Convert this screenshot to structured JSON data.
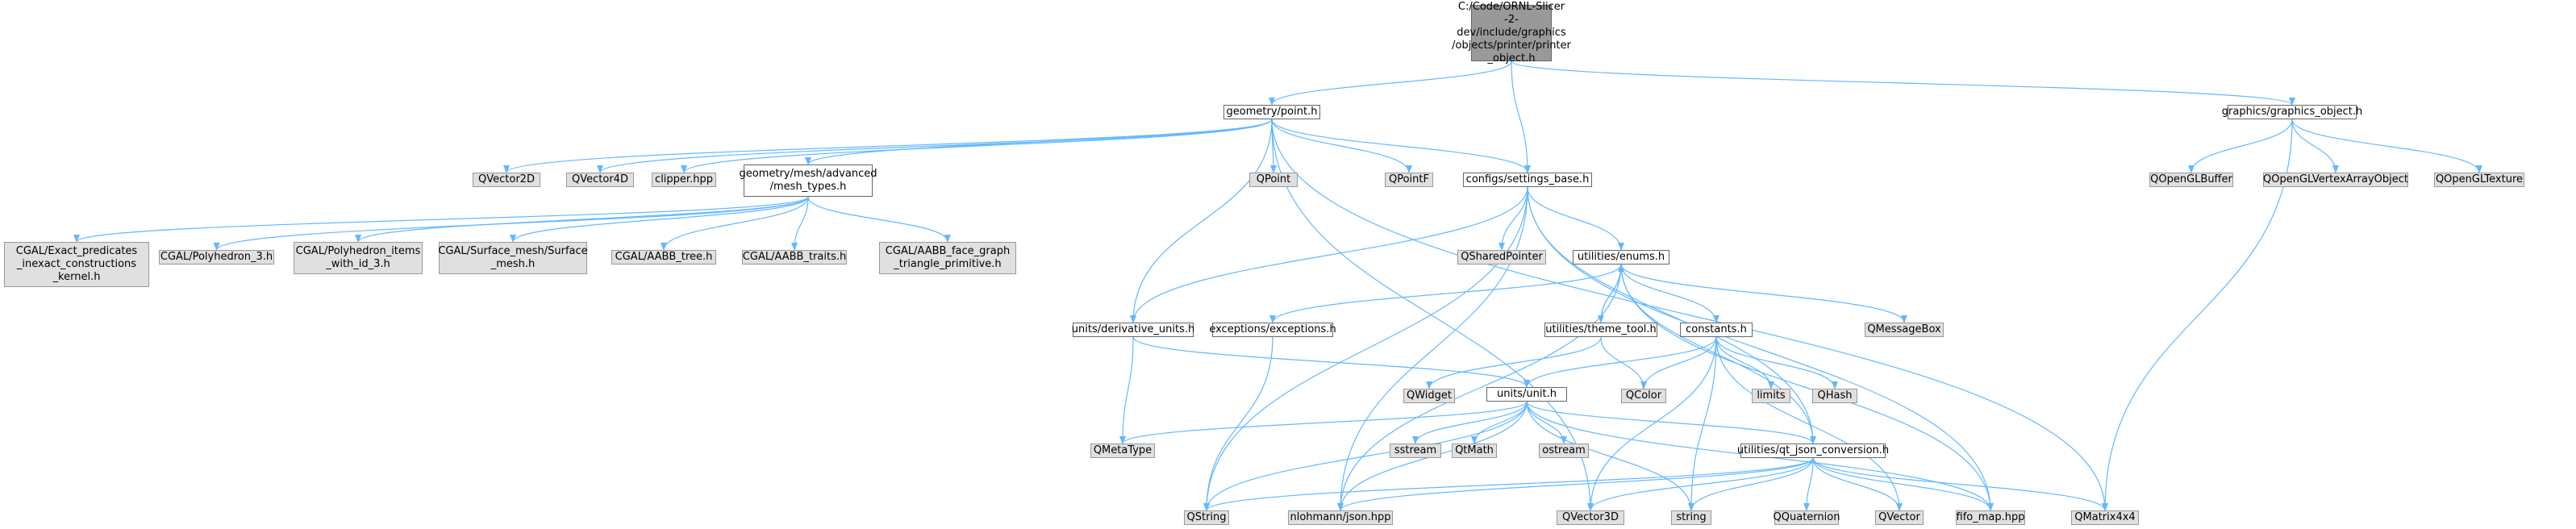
{
  "diagram": {
    "edge_color": "#63b8ff",
    "doc_fill": "#ffffff",
    "external_fill": "#e0e0e0",
    "root_fill": "#999999",
    "nodes": [
      {
        "id": "root",
        "label": "C:/Code/ORNL-Slicer\n-2-dev/include/graphics\n/objects/printer/printer\n_object.h",
        "kind": "root"
      },
      {
        "id": "point",
        "label": "geometry/point.h",
        "kind": "doc"
      },
      {
        "id": "settings",
        "label": "configs/settings_base.h",
        "kind": "doc"
      },
      {
        "id": "graphics_object",
        "label": "graphics/graphics_object.h",
        "kind": "doc"
      },
      {
        "id": "mesh_types",
        "label": "geometry/mesh/advanced\n/mesh_types.h",
        "kind": "doc"
      },
      {
        "id": "enums",
        "label": "utilities/enums.h",
        "kind": "doc"
      },
      {
        "id": "derivative_units",
        "label": "units/derivative_units.h",
        "kind": "doc"
      },
      {
        "id": "exceptions",
        "label": "exceptions/exceptions.h",
        "kind": "doc"
      },
      {
        "id": "theme_tool",
        "label": "utilities/theme_tool.h",
        "kind": "doc"
      },
      {
        "id": "constants",
        "label": "constants.h",
        "kind": "doc"
      },
      {
        "id": "unit",
        "label": "units/unit.h",
        "kind": "doc"
      },
      {
        "id": "qt_json",
        "label": "utilities/qt_json_conversion.h",
        "kind": "doc"
      },
      {
        "id": "qvector2d",
        "label": "QVector2D",
        "kind": "ext"
      },
      {
        "id": "qvector4d",
        "label": "QVector4D",
        "kind": "ext"
      },
      {
        "id": "clipper",
        "label": "clipper.hpp",
        "kind": "ext"
      },
      {
        "id": "qpoint",
        "label": "QPoint",
        "kind": "ext"
      },
      {
        "id": "qpointf",
        "label": "QPointF",
        "kind": "ext"
      },
      {
        "id": "qopenglbuffer",
        "label": "QOpenGLBuffer",
        "kind": "ext"
      },
      {
        "id": "qopenglvao",
        "label": "QOpenGLVertexArrayObject",
        "kind": "ext"
      },
      {
        "id": "qopengltexture",
        "label": "QOpenGLTexture",
        "kind": "ext"
      },
      {
        "id": "cgal_exact",
        "label": "CGAL/Exact_predicates\n_inexact_constructions\n_kernel.h",
        "kind": "ext"
      },
      {
        "id": "cgal_poly3",
        "label": "CGAL/Polyhedron_3.h",
        "kind": "ext"
      },
      {
        "id": "cgal_poly_items",
        "label": "CGAL/Polyhedron_items\n_with_id_3.h",
        "kind": "ext"
      },
      {
        "id": "cgal_surface",
        "label": "CGAL/Surface_mesh/Surface\n_mesh.h",
        "kind": "ext"
      },
      {
        "id": "cgal_aabb_tree",
        "label": "CGAL/AABB_tree.h",
        "kind": "ext"
      },
      {
        "id": "cgal_aabb_traits",
        "label": "CGAL/AABB_traits.h",
        "kind": "ext"
      },
      {
        "id": "cgal_aabb_face",
        "label": "CGAL/AABB_face_graph\n_triangle_primitive.h",
        "kind": "ext"
      },
      {
        "id": "qsharedpointer",
        "label": "QSharedPointer",
        "kind": "ext"
      },
      {
        "id": "qmessagebox",
        "label": "QMessageBox",
        "kind": "ext"
      },
      {
        "id": "qwidget",
        "label": "QWidget",
        "kind": "ext"
      },
      {
        "id": "qcolor",
        "label": "QColor",
        "kind": "ext"
      },
      {
        "id": "limits",
        "label": "limits",
        "kind": "ext"
      },
      {
        "id": "qhash",
        "label": "QHash",
        "kind": "ext"
      },
      {
        "id": "qmetatype",
        "label": "QMetaType",
        "kind": "ext"
      },
      {
        "id": "sstream",
        "label": "sstream",
        "kind": "ext"
      },
      {
        "id": "qtmath",
        "label": "QtMath",
        "kind": "ext"
      },
      {
        "id": "ostream",
        "label": "ostream",
        "kind": "ext"
      },
      {
        "id": "qstring",
        "label": "QString",
        "kind": "ext"
      },
      {
        "id": "nlohmann",
        "label": "nlohmann/json.hpp",
        "kind": "ext"
      },
      {
        "id": "qvector3d",
        "label": "QVector3D",
        "kind": "ext"
      },
      {
        "id": "string",
        "label": "string",
        "kind": "ext"
      },
      {
        "id": "qquaternion",
        "label": "QQuaternion",
        "kind": "ext"
      },
      {
        "id": "qvector",
        "label": "QVector",
        "kind": "ext"
      },
      {
        "id": "fifo_map",
        "label": "fifo_map.hpp",
        "kind": "ext"
      },
      {
        "id": "qmatrix4x4",
        "label": "QMatrix4x4",
        "kind": "ext"
      }
    ],
    "edges": [
      [
        "root",
        "point"
      ],
      [
        "root",
        "settings"
      ],
      [
        "root",
        "graphics_object"
      ],
      [
        "point",
        "qvector2d"
      ],
      [
        "point",
        "qvector4d"
      ],
      [
        "point",
        "clipper"
      ],
      [
        "point",
        "mesh_types"
      ],
      [
        "point",
        "qpoint"
      ],
      [
        "point",
        "qpointf"
      ],
      [
        "point",
        "settings"
      ],
      [
        "point",
        "derivative_units"
      ],
      [
        "point",
        "qvector3d"
      ],
      [
        "point",
        "qmatrix4x4"
      ],
      [
        "mesh_types",
        "cgal_exact"
      ],
      [
        "mesh_types",
        "cgal_poly3"
      ],
      [
        "mesh_types",
        "cgal_poly_items"
      ],
      [
        "mesh_types",
        "cgal_surface"
      ],
      [
        "mesh_types",
        "cgal_aabb_tree"
      ],
      [
        "mesh_types",
        "cgal_aabb_traits"
      ],
      [
        "mesh_types",
        "cgal_aabb_face"
      ],
      [
        "settings",
        "qsharedpointer"
      ],
      [
        "settings",
        "enums"
      ],
      [
        "settings",
        "derivative_units"
      ],
      [
        "settings",
        "qstring"
      ],
      [
        "settings",
        "nlohmann"
      ],
      [
        "settings",
        "qt_json"
      ],
      [
        "settings",
        "fifo_map"
      ],
      [
        "graphics_object",
        "qopenglbuffer"
      ],
      [
        "graphics_object",
        "qopenglvao"
      ],
      [
        "graphics_object",
        "qopengltexture"
      ],
      [
        "graphics_object",
        "qmatrix4x4"
      ],
      [
        "enums",
        "exceptions"
      ],
      [
        "enums",
        "theme_tool"
      ],
      [
        "enums",
        "constants"
      ],
      [
        "enums",
        "qmessagebox"
      ],
      [
        "enums",
        "nlohmann"
      ],
      [
        "enums",
        "qt_json"
      ],
      [
        "enums",
        "fifo_map"
      ],
      [
        "theme_tool",
        "enums"
      ],
      [
        "theme_tool",
        "qwidget"
      ],
      [
        "theme_tool",
        "qcolor"
      ],
      [
        "derivative_units",
        "unit"
      ],
      [
        "derivative_units",
        "qmetatype"
      ],
      [
        "exceptions",
        "qstring"
      ],
      [
        "constants",
        "unit"
      ],
      [
        "constants",
        "qcolor"
      ],
      [
        "constants",
        "limits"
      ],
      [
        "constants",
        "qhash"
      ],
      [
        "constants",
        "string"
      ],
      [
        "constants",
        "qvector3d"
      ],
      [
        "constants",
        "qvector"
      ],
      [
        "unit",
        "qmetatype"
      ],
      [
        "unit",
        "sstream"
      ],
      [
        "unit",
        "qtmath"
      ],
      [
        "unit",
        "ostream"
      ],
      [
        "unit",
        "qt_json"
      ],
      [
        "unit",
        "qstring"
      ],
      [
        "unit",
        "nlohmann"
      ],
      [
        "unit",
        "string"
      ],
      [
        "unit",
        "fifo_map"
      ],
      [
        "qt_json",
        "qstring"
      ],
      [
        "qt_json",
        "nlohmann"
      ],
      [
        "qt_json",
        "qvector3d"
      ],
      [
        "qt_json",
        "string"
      ],
      [
        "qt_json",
        "qquaternion"
      ],
      [
        "qt_json",
        "qvector"
      ],
      [
        "qt_json",
        "fifo_map"
      ],
      [
        "qt_json",
        "qmatrix4x4"
      ]
    ]
  }
}
